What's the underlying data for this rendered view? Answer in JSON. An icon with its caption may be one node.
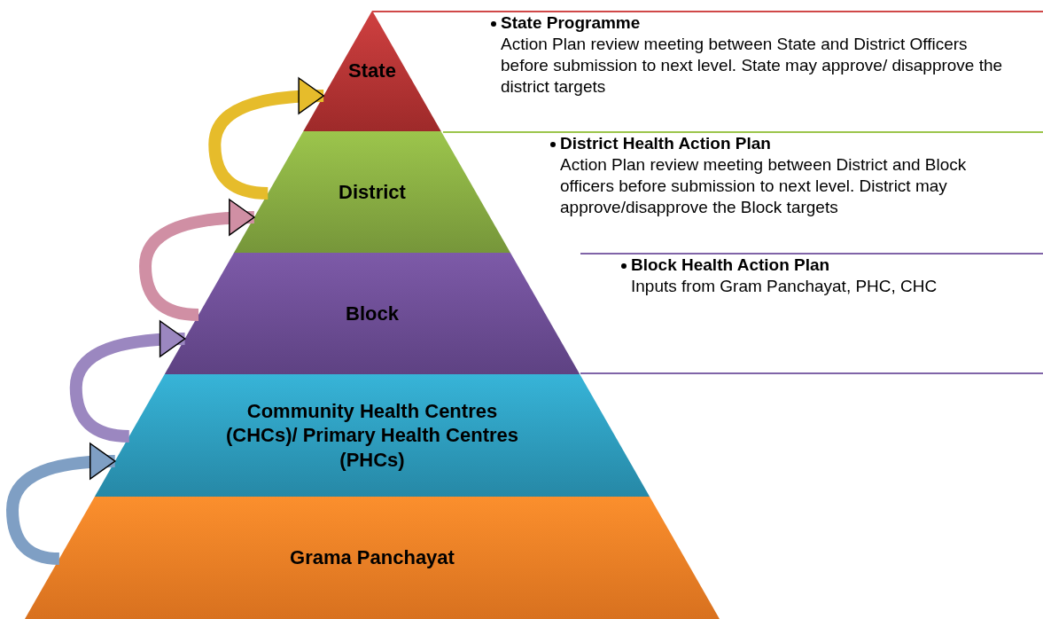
{
  "diagram": {
    "nodes": [
      {
        "text": [
          "State"
        ]
      },
      {
        "text": [
          "District"
        ]
      },
      {
        "text": [
          "Block"
        ]
      },
      {
        "text": [
          "Community Health Centres (CHCs)/ Primary Health Centres (PHCs)"
        ]
      },
      {
        "text": [
          "Grama Panchayat"
        ]
      },
      {
        "text": [
          "State Programme",
          "Action Plan review meeting between State and District Officers before submission to next level. State may approve/ disapprove the district targets"
        ]
      },
      {
        "text": [
          "District Health Action Plan",
          "Action Plan review meeting between District and Block officers before submission to next level. District may approve/disapprove the Block targets"
        ]
      },
      {
        "text": [
          "Block Health Action Plan",
          "Inputs from Gram Panchayat, PHC, CHC"
        ]
      }
    ],
    "edges": [
      {
        "from": 4,
        "to": 3,
        "arrow": "to",
        "color": "#7f9fc4"
      },
      {
        "from": 3,
        "to": 2,
        "arrow": "to",
        "color": "#9b87c0"
      },
      {
        "from": 2,
        "to": 1,
        "arrow": "to",
        "color": "#d08fa4"
      },
      {
        "from": 1,
        "to": 0,
        "arrow": "to",
        "color": "#e6bc2b"
      }
    ]
  }
}
